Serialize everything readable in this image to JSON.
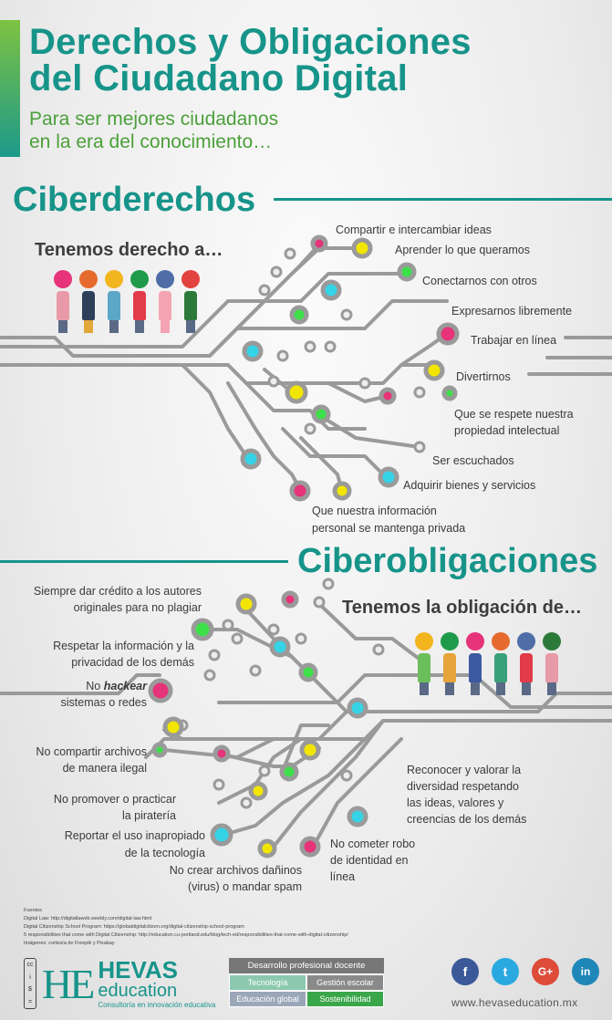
{
  "header": {
    "title_line1": "Derechos y Obligaciones",
    "title_line2": "del Ciudadano Digital",
    "subtitle_line1": "Para ser mejores ciudadanos",
    "subtitle_line2": "en la era del conocimiento…"
  },
  "rights": {
    "heading": "Ciberderechos",
    "lead": "Tenemos derecho a…",
    "items": [
      "Compartir e intercambiar ideas",
      "Aprender lo que queramos",
      "Conectarnos con otros",
      "Expresarnos libremente",
      "Trabajar en línea",
      "Divertirnos",
      "Que se respete nuestra",
      "propiedad intelectual",
      "Ser escuchados",
      "Adquirir bienes y servicios",
      "Que nuestra información",
      "personal se mantenga privada"
    ]
  },
  "obligations": {
    "heading": "Ciberobligaciones",
    "lead": "Tenemos la obligación de…",
    "items": [
      "Siempre dar crédito a los autores",
      "originales para no plagiar",
      "Respetar la información y la",
      "privacidad de los demás",
      "No",
      "hackear",
      "sistemas o redes",
      "No compartir archivos",
      "de manera ilegal",
      "No promover o practicar",
      "la piratería",
      "Reportar el uso inapropiado",
      "de la tecnología",
      "No crear archivos dañinos",
      "(virus) o mandar spam",
      "No cometer robo",
      "de identidad en",
      "línea",
      "Reconocer y valorar la",
      "diversidad respetando",
      "las ideas, valores y",
      "creencias de los demás"
    ]
  },
  "footer": {
    "sources_title": "Fuentes",
    "sources": [
      "Digital Law: http://digitallaweb.weebly.com/digital-law.html",
      "Digital Citizenship School Program: https://globaldigitalcitizen.org/digital-citizenship-school-program",
      "5 responsibilities that come with Digital Citizenship: http://education.cu-portland.edu/blog/tech-ed/responsibilities-that-come-with-digital-citizenship/",
      "Imágenes: cortesía de Freepik y Pixabay"
    ],
    "logo_he": "HE",
    "logo_name": "HEVAS",
    "logo_sub": "education",
    "logo_tagline": "Consultoría en innovación educativa",
    "badges": {
      "top": "Desarrollo profesional docente",
      "row1": [
        "Tecnología",
        "Gestión escolar"
      ],
      "row2": [
        "Educación global",
        "Sostenibilidad"
      ]
    },
    "social": [
      "f",
      "t",
      "G+",
      "in"
    ],
    "website": "www.hevaseducation.mx"
  },
  "colors": {
    "teal": "#17948a",
    "green": "#4ba03a",
    "pink": "#e6337a",
    "yellow": "#f2e600",
    "cyan": "#35d3e6",
    "lime": "#3ee04a",
    "wire": "#9a9a9a"
  }
}
